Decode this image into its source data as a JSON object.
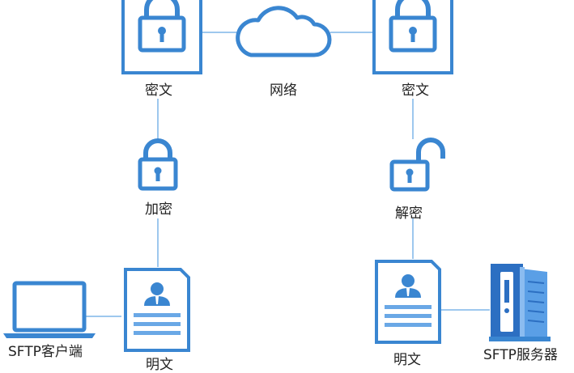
{
  "colors": {
    "primary": "#3a86d1",
    "line": "#9ec8ee",
    "doc_lines": "#6aa8e6",
    "text": "#222222",
    "server_dark": "#2c6fc2",
    "server_light": "#5a9fe6"
  },
  "nodes": {
    "ciphertext_left": {
      "label": "密文",
      "icon": "locked-document-icon"
    },
    "network": {
      "label": "网络",
      "icon": "cloud-icon"
    },
    "ciphertext_right": {
      "label": "密文",
      "icon": "locked-document-icon"
    },
    "encrypt": {
      "label": "加密",
      "icon": "padlock-closed-icon"
    },
    "decrypt": {
      "label": "解密",
      "icon": "padlock-open-icon"
    },
    "client": {
      "label": "SFTP客户端",
      "icon": "laptop-icon"
    },
    "plaintext_left": {
      "label": "明文",
      "icon": "person-document-icon"
    },
    "plaintext_right": {
      "label": "明文",
      "icon": "person-document-icon"
    },
    "server": {
      "label": "SFTP服务器",
      "icon": "server-icon"
    }
  }
}
